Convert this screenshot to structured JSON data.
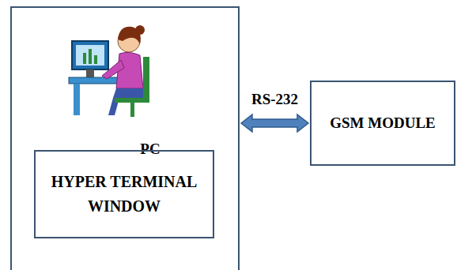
{
  "diagram": {
    "nodes": [
      {
        "text": [
          "PC"
        ]
      },
      {
        "text": [
          "HYPER TERMINAL WINDOW"
        ],
        "in": 0
      },
      {
        "text": [
          "GSM MODULE"
        ]
      }
    ],
    "edges": [
      {
        "from": 0,
        "to": 2,
        "label": "RS-232",
        "arrow": "both"
      }
    ]
  }
}
